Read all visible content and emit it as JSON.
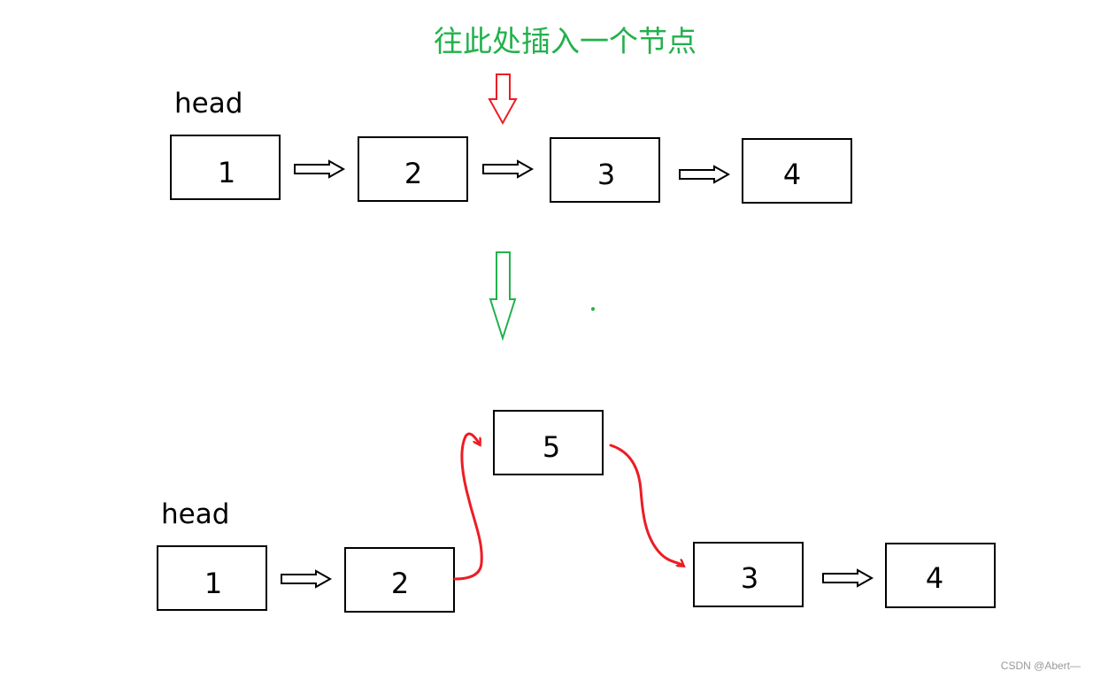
{
  "annotation": {
    "text": "往此处插入一个节点",
    "color": "#22b14c"
  },
  "colors": {
    "insert_marker": "#ed1c24",
    "transition_arrow": "#22b14c",
    "new_link": "#ed1c24"
  },
  "before": {
    "head_label": "head",
    "nodes": [
      "1",
      "2",
      "3",
      "4"
    ]
  },
  "after": {
    "head_label": "head",
    "nodes": [
      "1",
      "2",
      "5",
      "3",
      "4"
    ]
  },
  "watermark": "CSDN @Abert—"
}
